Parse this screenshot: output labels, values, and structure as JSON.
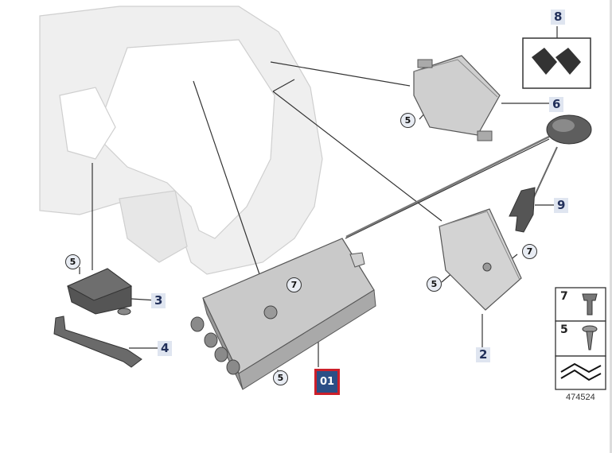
{
  "diagram": {
    "selected_part": "01",
    "labels": {
      "p2": "2",
      "p3": "3",
      "p4": "4",
      "p6": "6",
      "p8": "8",
      "p9": "9"
    },
    "callouts": {
      "c5_left": "5",
      "c5_main": "5",
      "c5_top": "5",
      "c5_right": "5",
      "c7_main": "7",
      "c7_right": "7"
    },
    "legend": {
      "item7": "7",
      "item5": "5"
    },
    "reference_number": "474524"
  }
}
